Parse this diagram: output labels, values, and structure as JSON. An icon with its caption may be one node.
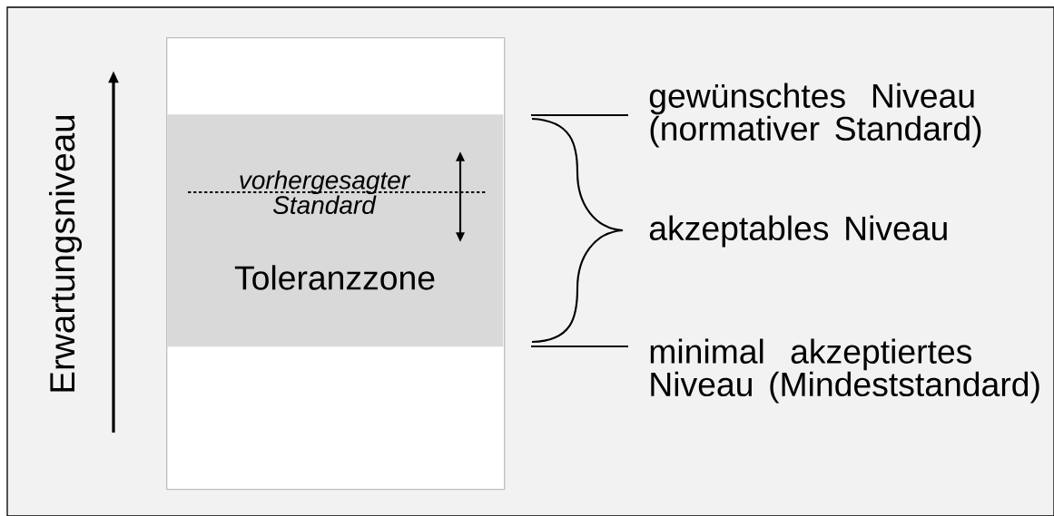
{
  "diagram": {
    "nodes": [
      {
        "text": [],
        "shape": "box"
      },
      {
        "text": [
          "Toleranzzone"
        ],
        "in": 0
      }
    ],
    "labels": [
      "Erwartungsniveau",
      "vorhergesagter Standard",
      "gewünschtes Niveau (normativer Standard)",
      "akzeptables Niveau",
      "minimal akzeptiertes Niveau (Mindeststandard)"
    ]
  }
}
